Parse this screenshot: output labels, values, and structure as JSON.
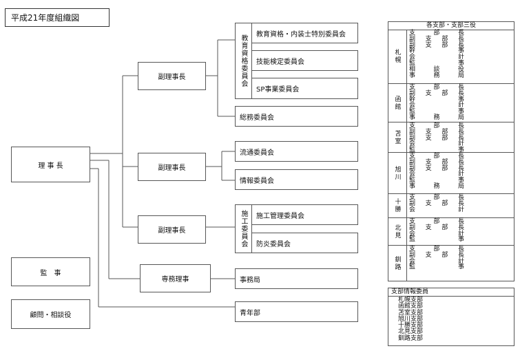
{
  "title": "平成21年度組織図",
  "org": {
    "chairman": "理 事 長",
    "vp1": "副理事長",
    "vp2": "副理事長",
    "vp3": "副理事長",
    "executive": "専務理事",
    "auditor": "監　事",
    "advisor": "顧問・相談役",
    "education_group": "教育資格委員会",
    "education_items": [
      "教育資格・内装士特別委員会",
      "技能検定委員会",
      "SP事業委員会"
    ],
    "general": "総務委員会",
    "distribution": "流通委員会",
    "information": "情報委員会",
    "construction_group": "施工委員会",
    "construction_items": [
      "施工管理委員会",
      "防炎委員会"
    ],
    "secretariat": "事務局",
    "youth": "青年部"
  },
  "branches": {
    "heading": "各支部・支部三役",
    "rows": [
      {
        "name": "札幌",
        "roles": [
          "支部長",
          "副支部長",
          "副支部長",
          "幹事",
          "会計",
          "監事",
          "相談役",
          "事務局"
        ]
      },
      {
        "name": "函館",
        "roles": [
          "支部長",
          "副支部長",
          "幹事",
          "会計",
          "監事",
          "事務局"
        ]
      },
      {
        "name": "苫室",
        "roles": [
          "支部長",
          "副支部長",
          "副支部長",
          "会計",
          "監事"
        ]
      },
      {
        "name": "旭川",
        "roles": [
          "支部長",
          "副支部長",
          "副支部長",
          "会計",
          "監事",
          "事務局"
        ]
      },
      {
        "name": "十勝",
        "roles": [
          "支部長",
          "副支部長",
          "会計"
        ]
      },
      {
        "name": "北見",
        "roles": [
          "支部長",
          "副支部長",
          "会計",
          "監事"
        ]
      },
      {
        "name": "釧路",
        "roles": [
          "支部長",
          "副支部長",
          "会計",
          "監事"
        ]
      }
    ]
  },
  "info_committee": {
    "heading": "支部情報委員",
    "items": [
      "札幌支部",
      "函館支部",
      "苫室支部",
      "旭川支部",
      "十勝支部",
      "北見支部",
      "釧路支部"
    ]
  }
}
